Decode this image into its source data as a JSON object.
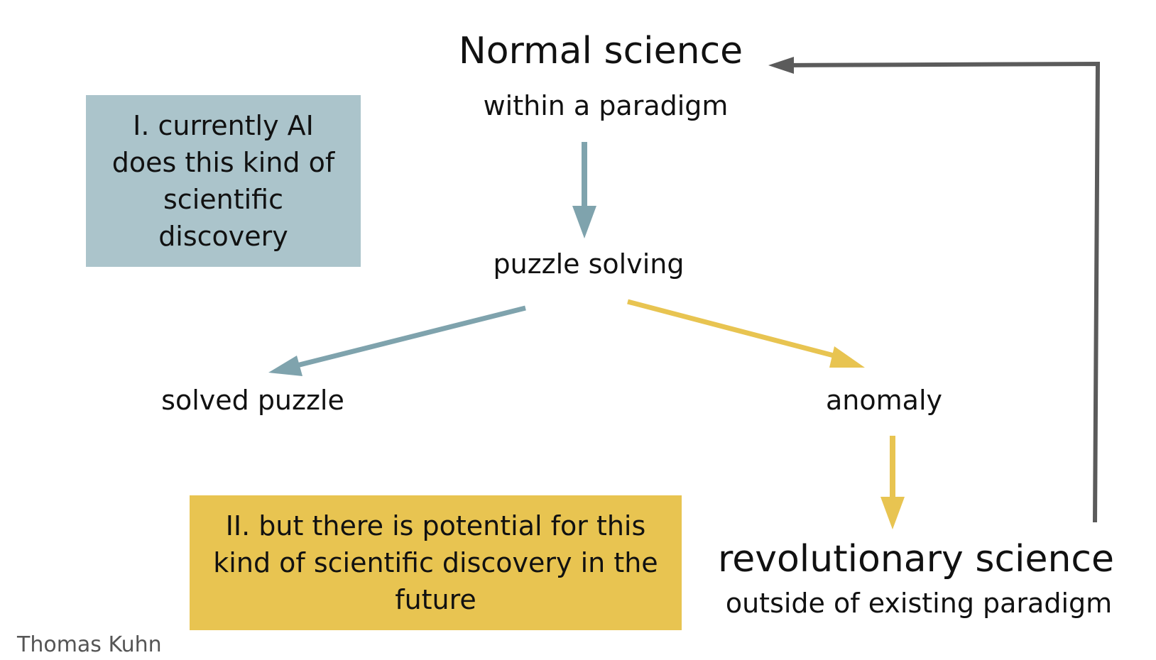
{
  "nodes": {
    "normal_science": {
      "title": "Normal science",
      "subtitle": "within a paradigm"
    },
    "puzzle_solving": "puzzle solving",
    "solved_puzzle": "solved puzzle",
    "anomaly": "anomaly",
    "revolutionary_science": {
      "title": "revolutionary science",
      "subtitle": "outside of existing paradigm"
    }
  },
  "notes": {
    "current": "I. currently AI does this kind of scientific discovery",
    "future": "II. but there is potential for this kind of scientific discovery in the future"
  },
  "credit": "Thomas Kuhn",
  "colors": {
    "teal_box": "#abc4cb",
    "teal_arrow": "#7fa3ad",
    "gold_box": "#e8c451",
    "gold_arrow": "#e8c451",
    "feedback_arrow": "#5b5b5b",
    "text": "#111111",
    "credit_text": "#555555"
  },
  "edges": [
    {
      "from": "normal_science",
      "to": "puzzle_solving",
      "color": "teal"
    },
    {
      "from": "puzzle_solving",
      "to": "solved_puzzle",
      "color": "teal"
    },
    {
      "from": "puzzle_solving",
      "to": "anomaly",
      "color": "gold"
    },
    {
      "from": "anomaly",
      "to": "revolutionary_science",
      "color": "gold"
    },
    {
      "from": "revolutionary_science",
      "to": "normal_science",
      "color": "gray"
    }
  ]
}
